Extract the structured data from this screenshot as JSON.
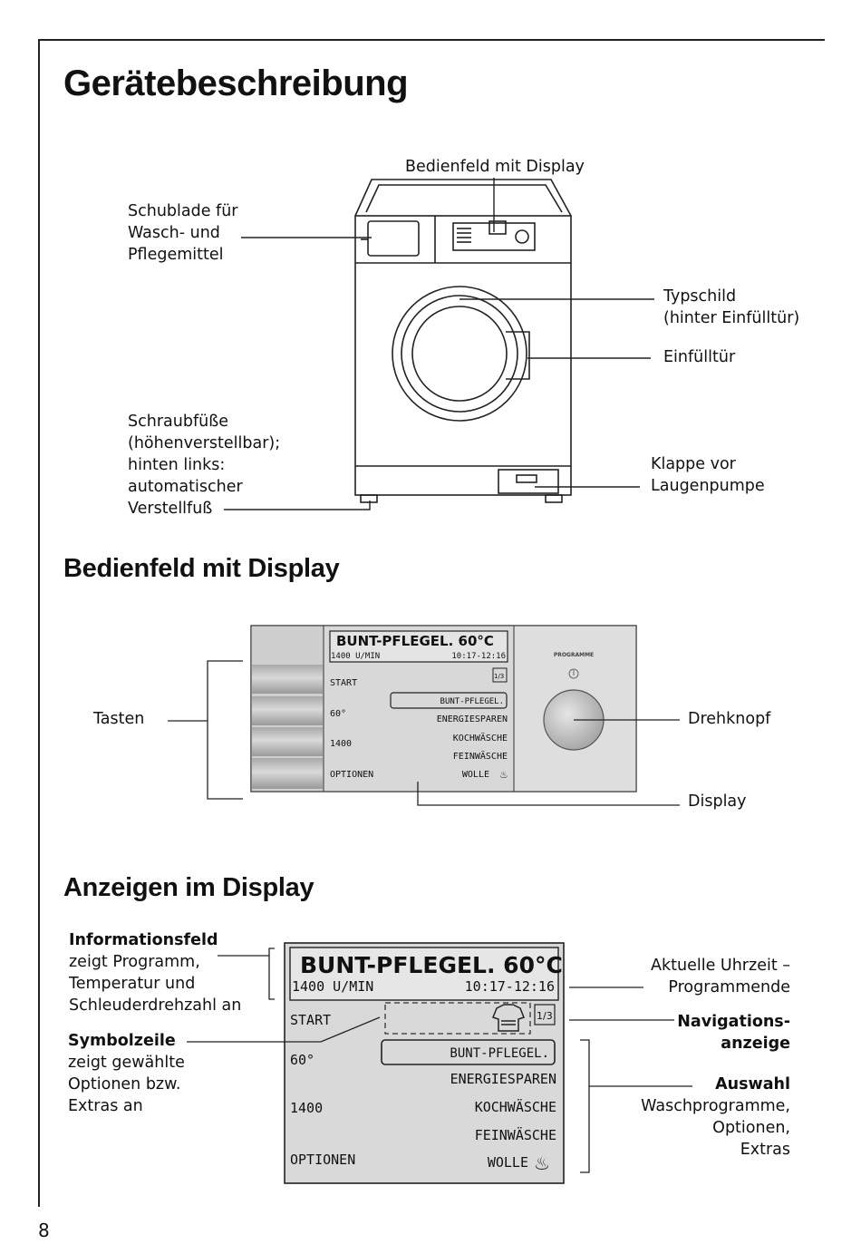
{
  "page_title": "Gerätebeschreibung",
  "section_control": "Bedienfeld mit Display",
  "section_display": "Anzeigen im Display",
  "page_number": "8",
  "machine_labels": {
    "control_panel": "Bedienfeld mit Display",
    "drawer": "Schublade für\nWasch- und\nPflegemittel",
    "rating_plate": "Typschild\n(hinter Einfülltür)",
    "door": "Einfülltür",
    "feet": "Schraubfüße\n(höhenverstellbar);\nhinten links:\nautomatischer\nVerstellfuß",
    "pump_flap": "Klappe vor\nLaugenpumpe"
  },
  "panel_labels": {
    "buttons": "Tasten",
    "knob": "Drehknopf",
    "display": "Display"
  },
  "knob_caption": "PROGRAMME",
  "display_labels": {
    "info_title": "Informationsfeld",
    "info_text": "zeigt Programm,\nTemperatur und\nSchleuderdrehzahl an",
    "symbol_title": "Symbolzeile",
    "symbol_text": "zeigt gewählte\nOptionen bzw.\nExtras an",
    "clock_text": "Aktuelle Uhrzeit –\nProgrammende",
    "nav_title": "Navigations-\nanzeige",
    "select_title": "Auswahl",
    "select_text": "Waschprogramme,\nOptionen,\nExtras"
  },
  "display": {
    "program": "BUNT-PFLEGEL. 60°C",
    "speed": "1400 U/MIN",
    "time": "10:17-12:16",
    "page_indicator": "1/3",
    "left_items": [
      "START",
      "60°",
      "1400",
      "OPTIONEN"
    ],
    "programs": [
      "BUNT-PFLEGEL.",
      "ENERGIESPAREN",
      "KOCHWÄSCHE",
      "FEINWÄSCHE",
      "WOLLE"
    ]
  }
}
